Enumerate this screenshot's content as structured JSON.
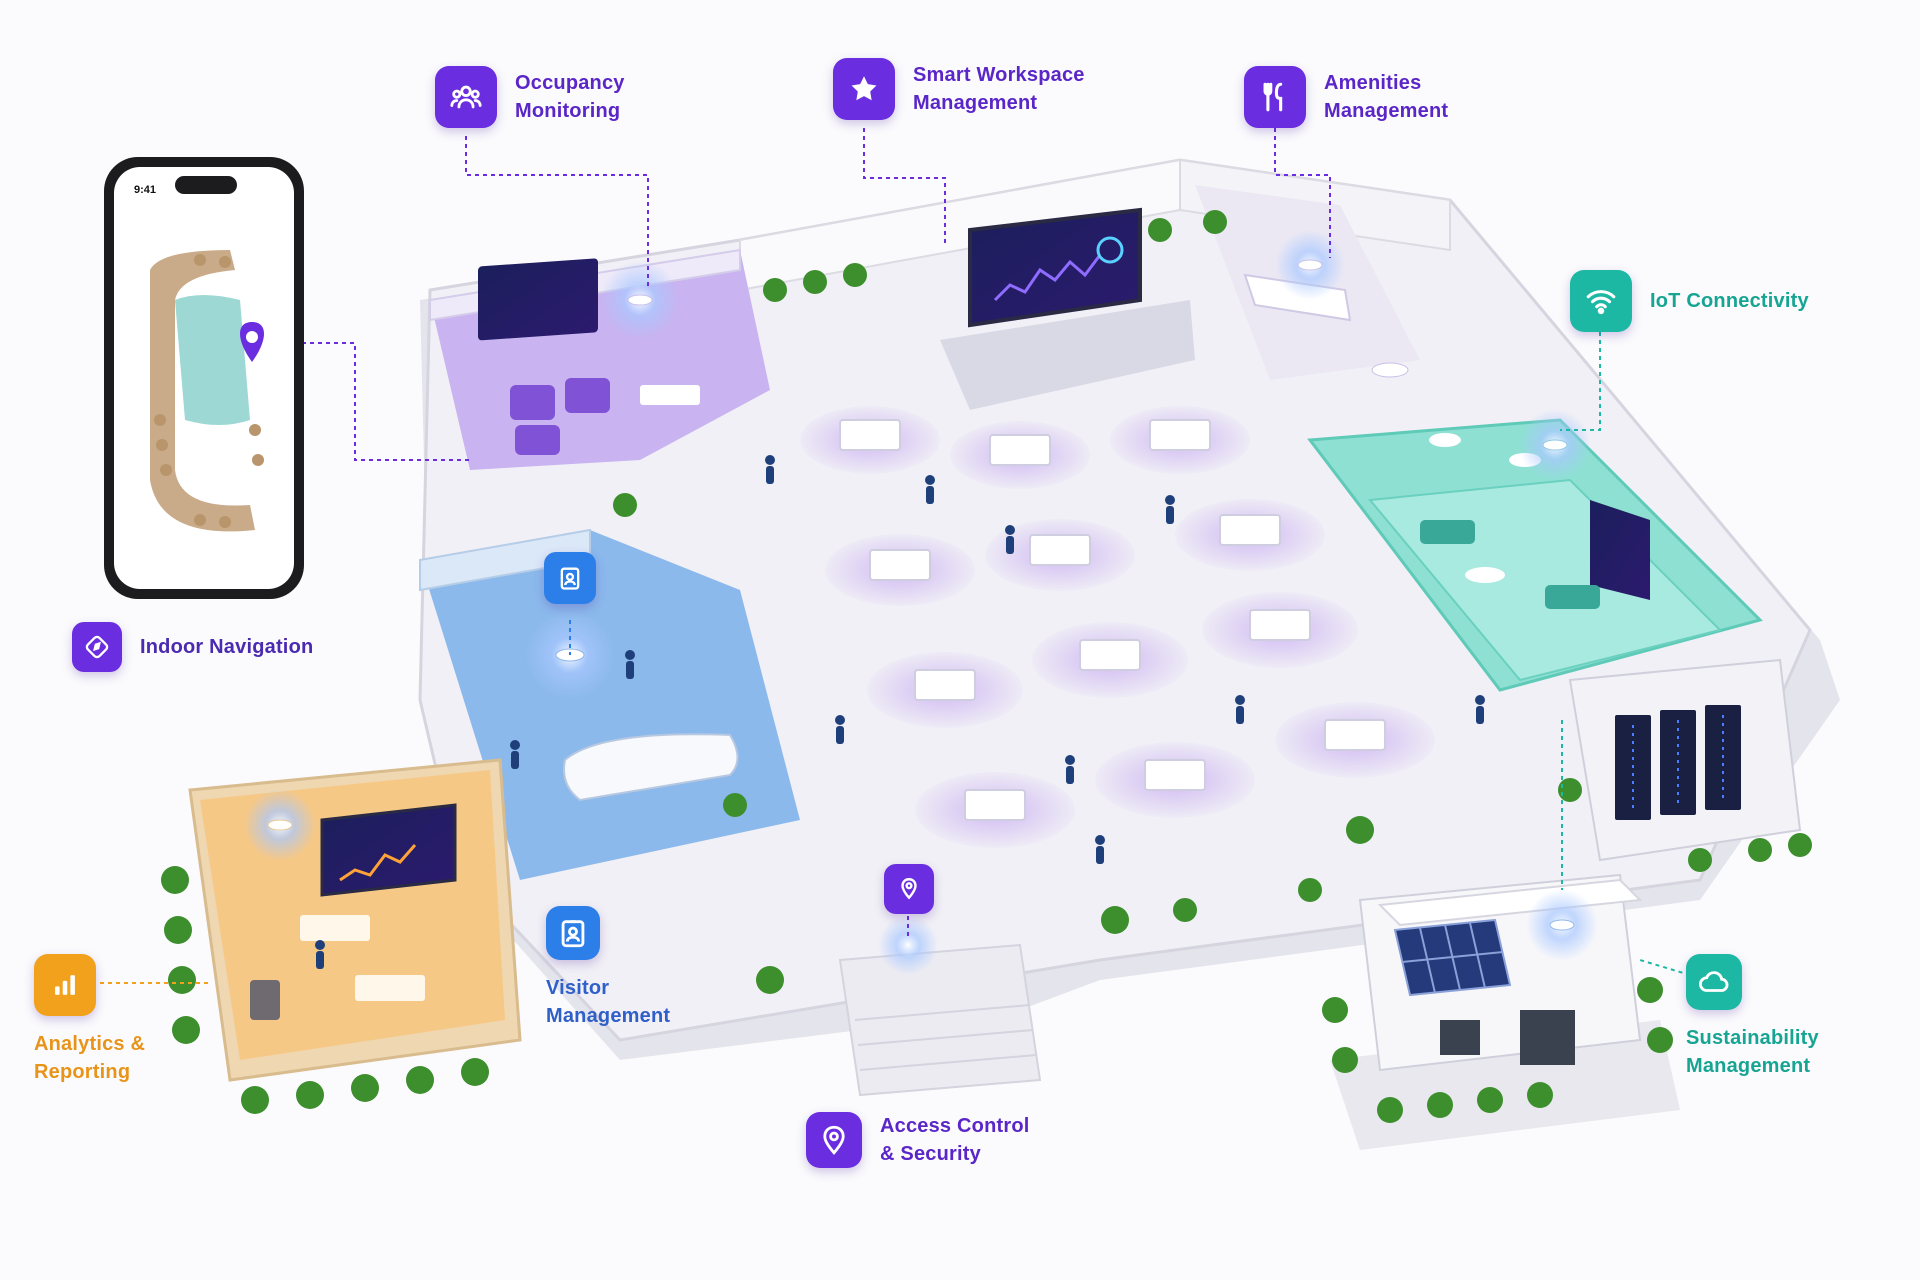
{
  "features": {
    "occupancy": {
      "line1": "Occupancy",
      "line2": "Monitoring",
      "icon": "people-icon"
    },
    "workspace": {
      "line1": "Smart Workspace",
      "line2": "Management",
      "icon": "star-icon"
    },
    "amenities": {
      "line1": "Amenities",
      "line2": "Management",
      "icon": "fork-knife-icon"
    },
    "iot": {
      "line1": "IoT Connectivity",
      "icon": "wifi-icon"
    },
    "navigation": {
      "line1": "Indoor Navigation",
      "icon": "navigation-icon"
    },
    "visitor": {
      "line1": "Visitor",
      "line2": "Management",
      "icon": "badge-icon"
    },
    "analytics": {
      "line1": "Analytics &",
      "line2": "Reporting",
      "icon": "bar-chart-icon"
    },
    "access": {
      "line1": "Access Control",
      "line2": "& Security",
      "icon": "location-shield-icon"
    },
    "sustainability": {
      "line1": "Sustainability",
      "line2": "Management",
      "icon": "cloud-icon"
    }
  },
  "phone": {
    "time": "9:41"
  },
  "colors": {
    "purple": "#6a2de0",
    "teal": "#1db8a4",
    "orange": "#f2a11c",
    "blue": "#2c7fe8"
  }
}
